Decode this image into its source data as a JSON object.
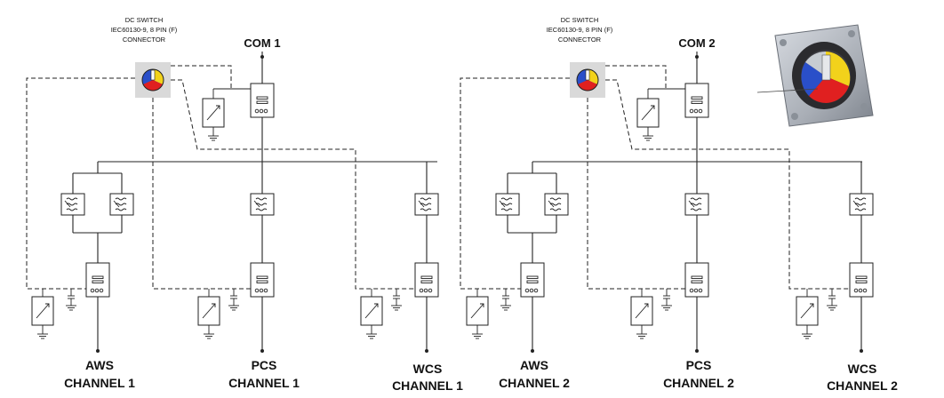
{
  "sections": [
    {
      "switch_text": [
        "DC SWITCH",
        "IEC60130-9, 8 PIN (F)",
        "CONNECTOR"
      ],
      "com_label": "COM 1",
      "channels": [
        {
          "name": "AWS",
          "channel": "CHANNEL 1"
        },
        {
          "name": "PCS",
          "channel": "CHANNEL 1"
        },
        {
          "name": "WCS",
          "channel": "CHANNEL 1"
        }
      ]
    },
    {
      "switch_text": [
        "DC SWITCH",
        "IEC60130-9, 8 PIN (F)",
        "CONNECTOR"
      ],
      "com_label": "COM 2",
      "channels": [
        {
          "name": "AWS",
          "channel": "CHANNEL 2"
        },
        {
          "name": "PCS",
          "channel": "CHANNEL 2"
        },
        {
          "name": "WCS",
          "channel": "CHANNEL 2"
        }
      ]
    }
  ],
  "colors": {
    "line": "#222222",
    "switch_blue": "#2a4fc9",
    "switch_yellow": "#f2d21b",
    "switch_red": "#e02020",
    "photo_plate": "#b9bec6"
  },
  "icons": [
    "dc-switch-icon",
    "connector-photo"
  ]
}
